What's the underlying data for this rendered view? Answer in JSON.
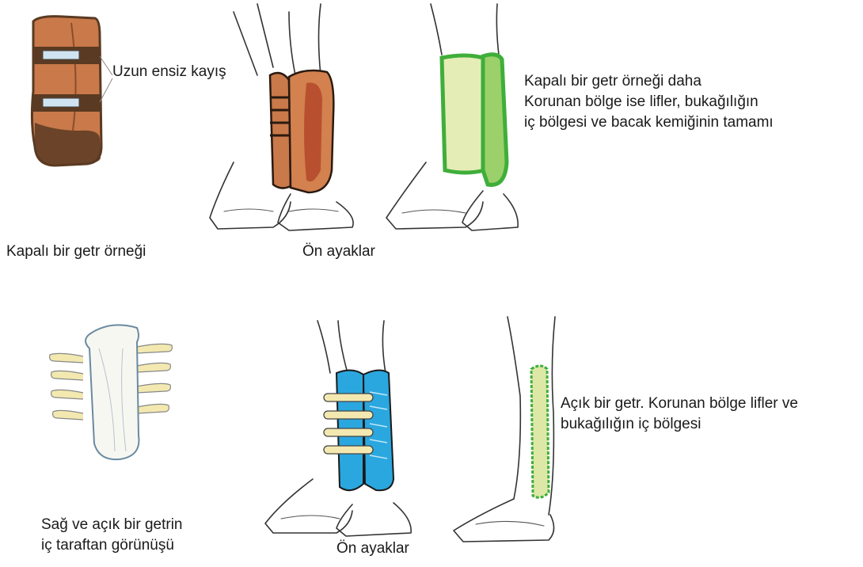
{
  "labels": {
    "strap": "Uzun ensiz kayış",
    "closed_example": "Kapalı bir getr örneği",
    "front_legs_top": "Ön ayaklar",
    "closed_more": [
      "Kapalı bir getr örneği daha",
      "Korunan bölge ise lifler, bukağılığın",
      "iç bölgesi ve bacak kemiğinin tamamı"
    ],
    "open_inside": [
      "Sağ ve açık bir getrin",
      "iç taraftan görünüşü"
    ],
    "front_legs_bottom": "Ön ayaklar",
    "open_boot": [
      "Açık bir getr. Korunan bölge lifler ve",
      "bukağılığın iç bölgesi"
    ]
  },
  "colors": {
    "brown_boot": "#c9794a",
    "brown_dark": "#5a3a22",
    "brown_inner": "#b8502f",
    "green_boot": "#e4edb5",
    "green_border": "#3fae3a",
    "blue_boot": "#2aa7df",
    "strap_cream": "#f3e9b0"
  }
}
